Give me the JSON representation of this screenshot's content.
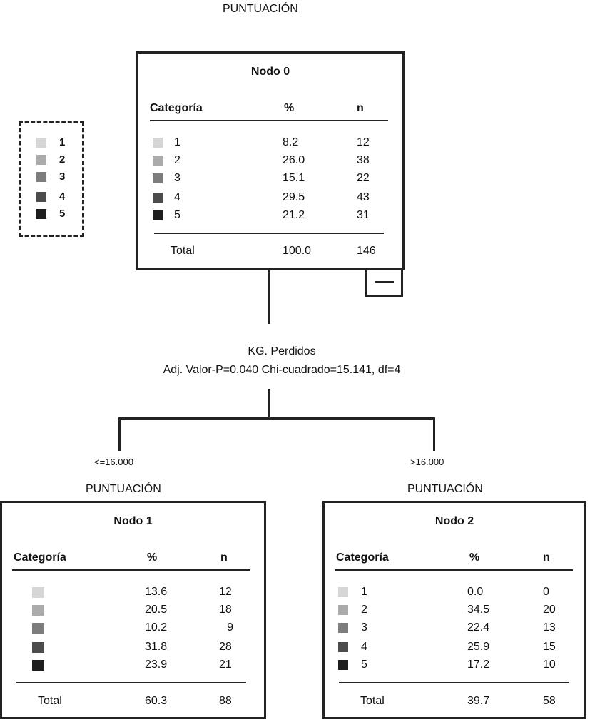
{
  "root_label": "PUNTUACIÓN",
  "colors": [
    "#d6d6d6",
    "#ababab",
    "#7d7d7d",
    "#4c4c4c",
    "#1e1e1e"
  ],
  "legend": {
    "items": [
      "1",
      "2",
      "3",
      "4",
      "5"
    ]
  },
  "headers": {
    "category": "Categoría",
    "percent": "%",
    "n": "n",
    "total": "Total"
  },
  "node0": {
    "title": "Nodo 0",
    "rows": [
      {
        "cat": "1",
        "pct": "8.2",
        "n": "12"
      },
      {
        "cat": "2",
        "pct": "26.0",
        "n": "38"
      },
      {
        "cat": "3",
        "pct": "15.1",
        "n": "22"
      },
      {
        "cat": "4",
        "pct": "29.5",
        "n": "43"
      },
      {
        "cat": "5",
        "pct": "21.2",
        "n": "31"
      }
    ],
    "total_pct": "100.0",
    "total_n": "146"
  },
  "split": {
    "variable": "KG. Perdidos",
    "stats": "Adj. Valor-P=0.040  Chi-cuadrado=15.141, df=4",
    "left_cond": "<=16.000",
    "right_cond": ">16.000"
  },
  "node1": {
    "label": "PUNTUACIÓN",
    "title": "Nodo 1",
    "rows": [
      {
        "cat": "",
        "pct": "13.6",
        "n": "12"
      },
      {
        "cat": "",
        "pct": "20.5",
        "n": "18"
      },
      {
        "cat": "",
        "pct": "10.2",
        "n": "9"
      },
      {
        "cat": "",
        "pct": "31.8",
        "n": "28"
      },
      {
        "cat": "",
        "pct": "23.9",
        "n": "21"
      }
    ],
    "total_pct": "60.3",
    "total_n": "88"
  },
  "node2": {
    "label": "PUNTUACIÓN",
    "title": "Nodo 2",
    "rows": [
      {
        "cat": "1",
        "pct": "0.0",
        "n": "0"
      },
      {
        "cat": "2",
        "pct": "34.5",
        "n": "20"
      },
      {
        "cat": "3",
        "pct": "22.4",
        "n": "13"
      },
      {
        "cat": "4",
        "pct": "25.9",
        "n": "15"
      },
      {
        "cat": "5",
        "pct": "17.2",
        "n": "10"
      }
    ],
    "total_pct": "39.7",
    "total_n": "58"
  }
}
